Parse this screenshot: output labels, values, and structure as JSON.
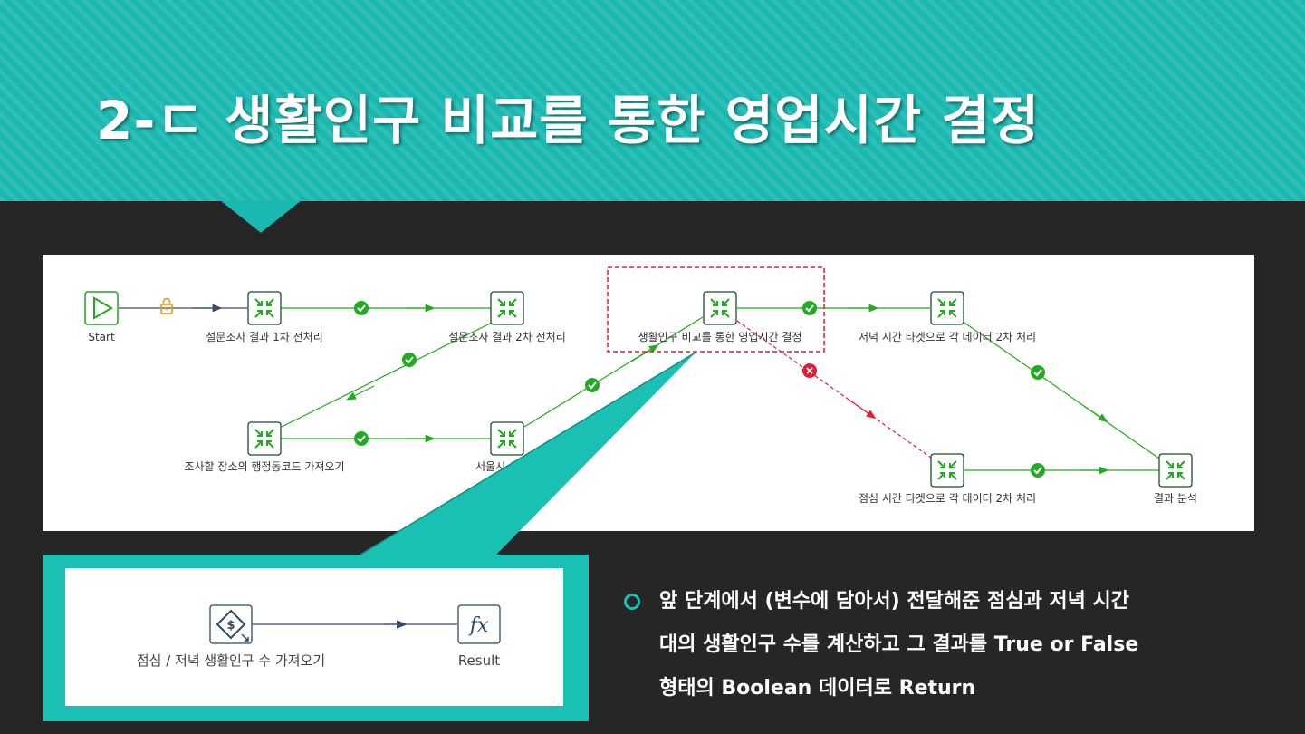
{
  "slide": {
    "title": "2-ㄷ 생활인구 비교를 통한 영업시간 결정",
    "accent_color": "#19b8b0",
    "background_color": "#262626"
  },
  "workflow": {
    "steps": {
      "start": "Start",
      "pre1": "설문조사 결과 1차 전처리",
      "pre2": "설문조사 결과 2차 전처리",
      "decide": "생활인구 비교를 통한 영업시간 결정",
      "dinner": "저녁 시간 타겟으로 각 데이터 2차 처리",
      "code": "조사할 장소의 행정동코드 가져오기",
      "seoul": "서울시 생활인구",
      "lunch": "점심 시간 타겟으로 각 데이터 2차 처리",
      "result": "결과 분석"
    },
    "icons": {
      "start": "play-icon",
      "step": "transform-icon",
      "lock": "lock-icon",
      "ok": "check-circle-icon",
      "error": "error-circle-icon"
    },
    "colors": {
      "ok": "#22aa22",
      "error": "#e8192c",
      "highlight": "#e8192c",
      "lock": "#f0a020"
    }
  },
  "subflow": {
    "input_label": "점심 / 저녁 생활인구 수 가져오기",
    "output_label": "Result",
    "input_icon": "dollar-variable-icon",
    "output_icon": "function-icon",
    "output_icon_text": "fx"
  },
  "description": {
    "line1": "앞 단계에서 (변수에 담아서) 전달해준 점심과 저녁 시간",
    "line2": "대의 생활인구 수를 계산하고 그 결과를 True or False",
    "line3": "형태의 Boolean 데이터로 Return"
  }
}
